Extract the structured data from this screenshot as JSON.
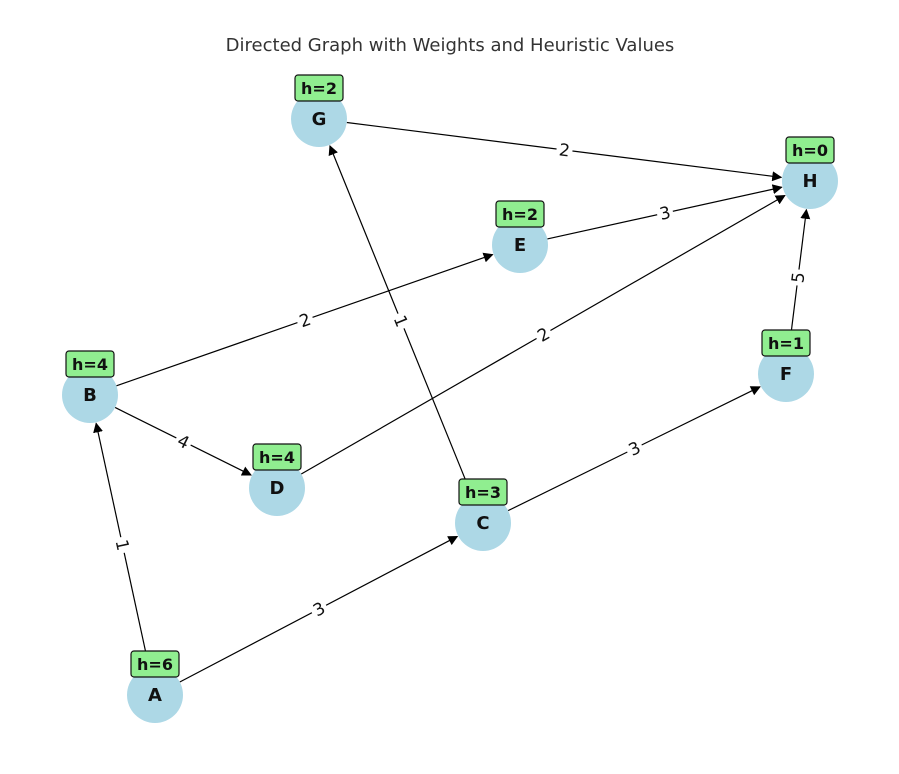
{
  "title": "Directed Graph with Weights and Heuristic Values",
  "colors": {
    "node_fill": "#add8e6",
    "heuristic_fill": "#90ee90",
    "heuristic_border": "#111111",
    "edge": "#000000",
    "title_text": "#333333"
  },
  "nodes": [
    {
      "id": "A",
      "label": "A",
      "heuristic": "h=6"
    },
    {
      "id": "B",
      "label": "B",
      "heuristic": "h=4"
    },
    {
      "id": "C",
      "label": "C",
      "heuristic": "h=3"
    },
    {
      "id": "D",
      "label": "D",
      "heuristic": "h=4"
    },
    {
      "id": "E",
      "label": "E",
      "heuristic": "h=2"
    },
    {
      "id": "F",
      "label": "F",
      "heuristic": "h=1"
    },
    {
      "id": "G",
      "label": "G",
      "heuristic": "h=2"
    },
    {
      "id": "H",
      "label": "H",
      "heuristic": "h=0"
    }
  ],
  "edges": [
    {
      "from": "A",
      "to": "B",
      "weight": "1"
    },
    {
      "from": "A",
      "to": "C",
      "weight": "3"
    },
    {
      "from": "B",
      "to": "D",
      "weight": "4"
    },
    {
      "from": "B",
      "to": "E",
      "weight": "2"
    },
    {
      "from": "C",
      "to": "G",
      "weight": "1"
    },
    {
      "from": "C",
      "to": "F",
      "weight": "3"
    },
    {
      "from": "D",
      "to": "H",
      "weight": "2"
    },
    {
      "from": "E",
      "to": "H",
      "weight": "3"
    },
    {
      "from": "F",
      "to": "H",
      "weight": "5"
    },
    {
      "from": "G",
      "to": "H",
      "weight": "2"
    }
  ]
}
